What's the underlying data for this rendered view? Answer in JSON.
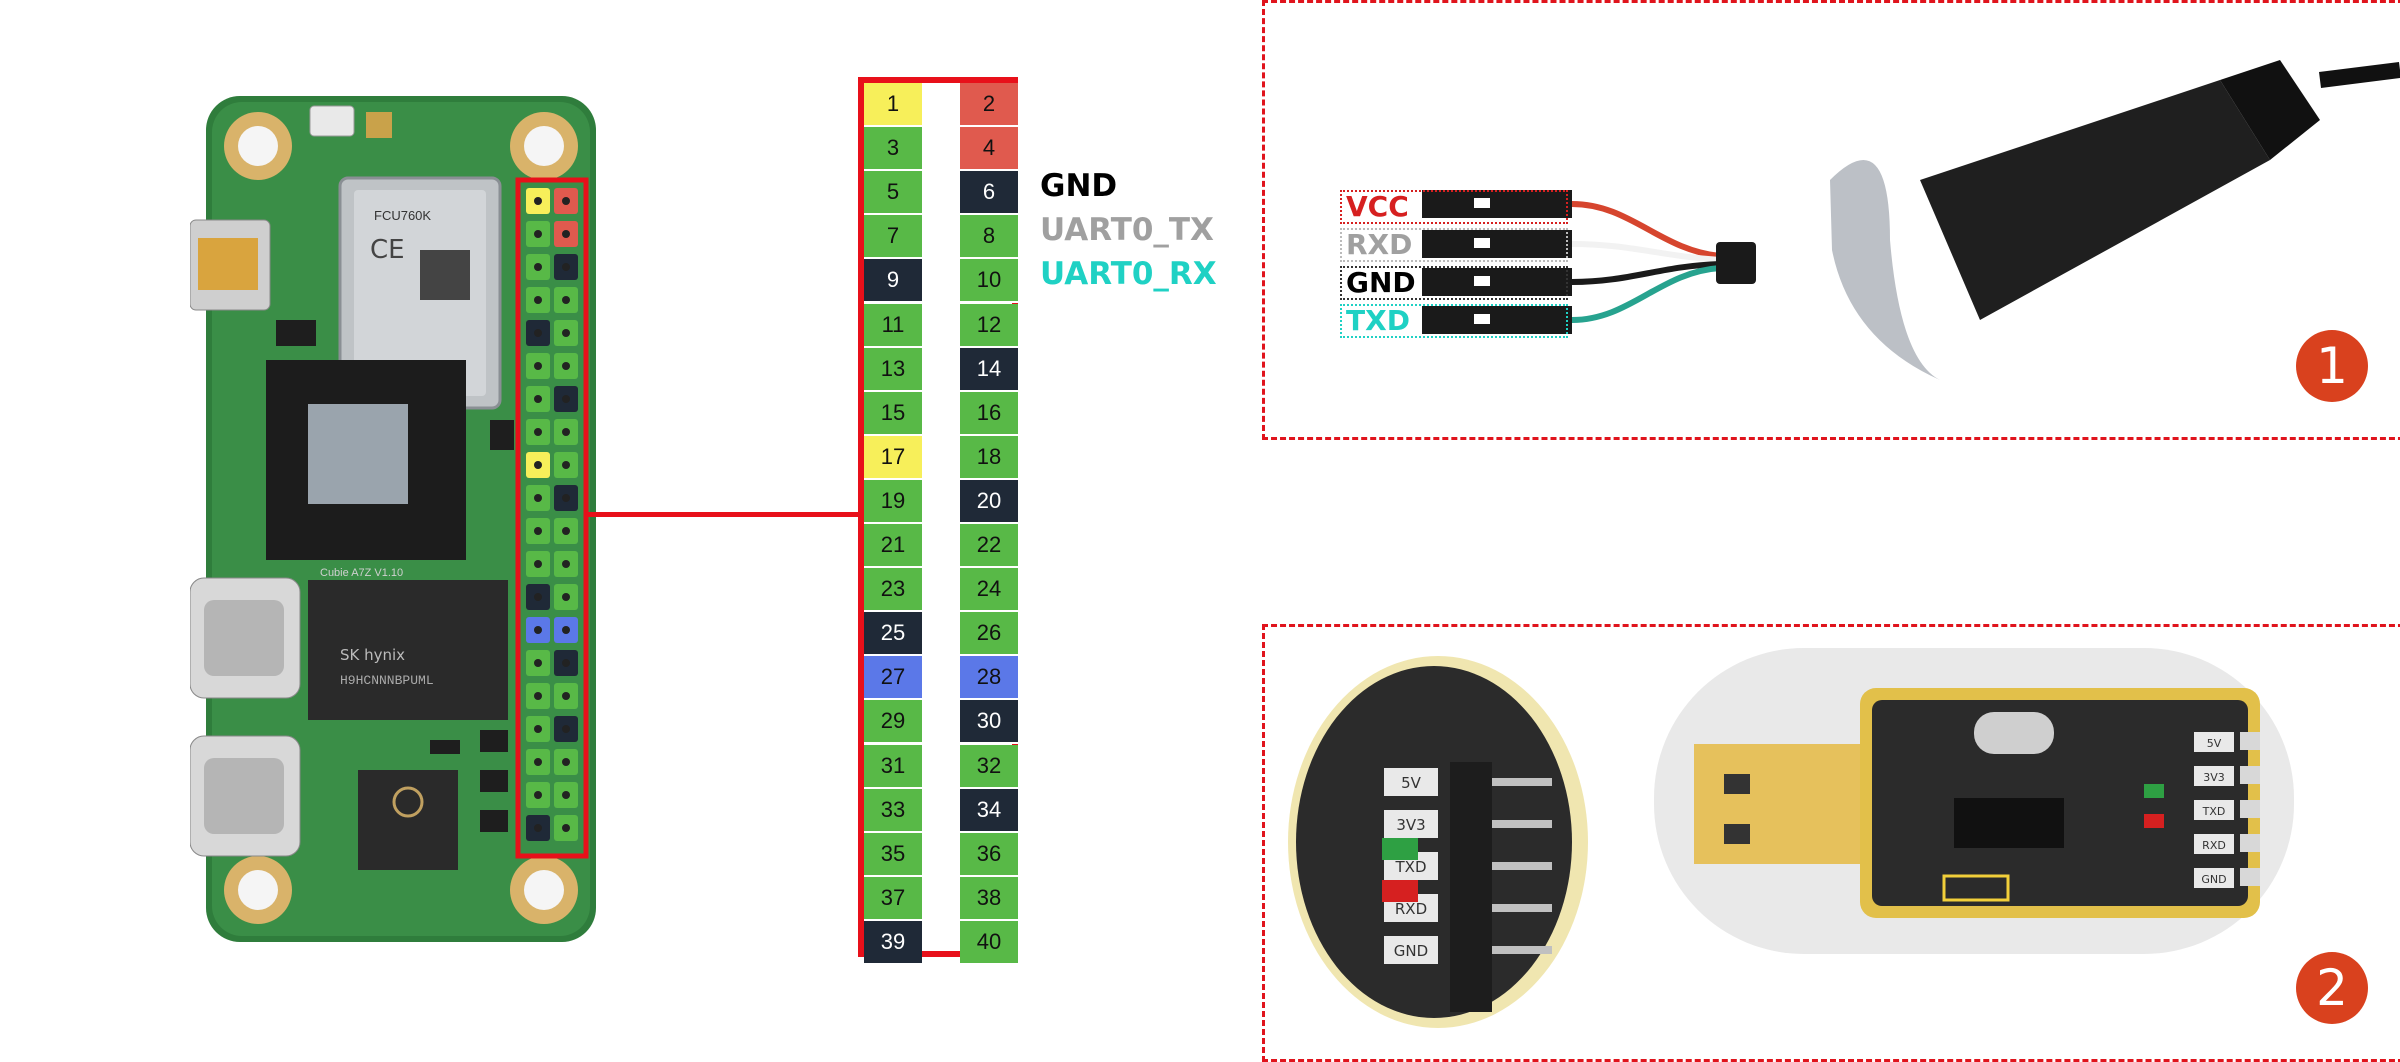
{
  "colors": {
    "power": "#e05a4e",
    "gpio": "#58b947",
    "ground": "#1f2937",
    "i2c": "#f7ef5a",
    "id_eeprom": "#5b78e8",
    "frame": "#e8101a",
    "uart_tx": "#a0a0a0",
    "uart_rx": "#1fd1c4",
    "badge": "#d9411e"
  },
  "header_pins": {
    "left": [
      {
        "n": "1",
        "type": "i2c"
      },
      {
        "n": "3",
        "type": "gpio"
      },
      {
        "n": "5",
        "type": "gpio"
      },
      {
        "n": "7",
        "type": "gpio"
      },
      {
        "n": "9",
        "type": "ground"
      },
      {
        "n": "11",
        "type": "gpio"
      },
      {
        "n": "13",
        "type": "gpio"
      },
      {
        "n": "15",
        "type": "gpio"
      },
      {
        "n": "17",
        "type": "i2c"
      },
      {
        "n": "19",
        "type": "gpio"
      },
      {
        "n": "21",
        "type": "gpio"
      },
      {
        "n": "23",
        "type": "gpio"
      },
      {
        "n": "25",
        "type": "ground"
      },
      {
        "n": "27",
        "type": "id_eeprom"
      },
      {
        "n": "29",
        "type": "gpio"
      },
      {
        "n": "31",
        "type": "gpio"
      },
      {
        "n": "33",
        "type": "gpio"
      },
      {
        "n": "35",
        "type": "gpio"
      },
      {
        "n": "37",
        "type": "gpio"
      },
      {
        "n": "39",
        "type": "ground"
      }
    ],
    "right": [
      {
        "n": "2",
        "type": "power"
      },
      {
        "n": "4",
        "type": "power"
      },
      {
        "n": "6",
        "type": "ground"
      },
      {
        "n": "8",
        "type": "gpio"
      },
      {
        "n": "10",
        "type": "gpio"
      },
      {
        "n": "12",
        "type": "gpio"
      },
      {
        "n": "14",
        "type": "ground"
      },
      {
        "n": "16",
        "type": "gpio"
      },
      {
        "n": "18",
        "type": "gpio"
      },
      {
        "n": "20",
        "type": "ground"
      },
      {
        "n": "22",
        "type": "gpio"
      },
      {
        "n": "24",
        "type": "gpio"
      },
      {
        "n": "26",
        "type": "gpio"
      },
      {
        "n": "28",
        "type": "id_eeprom"
      },
      {
        "n": "30",
        "type": "ground"
      },
      {
        "n": "32",
        "type": "gpio"
      },
      {
        "n": "34",
        "type": "ground"
      },
      {
        "n": "36",
        "type": "gpio"
      },
      {
        "n": "38",
        "type": "gpio"
      },
      {
        "n": "40",
        "type": "gpio"
      }
    ]
  },
  "uart_labels": {
    "gnd": "GND",
    "tx": "UART0_TX",
    "rx": "UART0_RX"
  },
  "panel1": {
    "badge": "1",
    "wires": {
      "vcc": "VCC",
      "rxd": "RXD",
      "gnd": "GND",
      "txd": "TXD"
    }
  },
  "panel2": {
    "badge": "2",
    "module_labels": [
      "5V",
      "3V3",
      "TXD",
      "RXD",
      "GND"
    ]
  },
  "board": {
    "silkscreen": "Cubie A7Z V1.10",
    "wifi_module": "FCU760K",
    "ram_brand": "SK hynix",
    "ram_part": "H9HCNNNBPUML"
  }
}
